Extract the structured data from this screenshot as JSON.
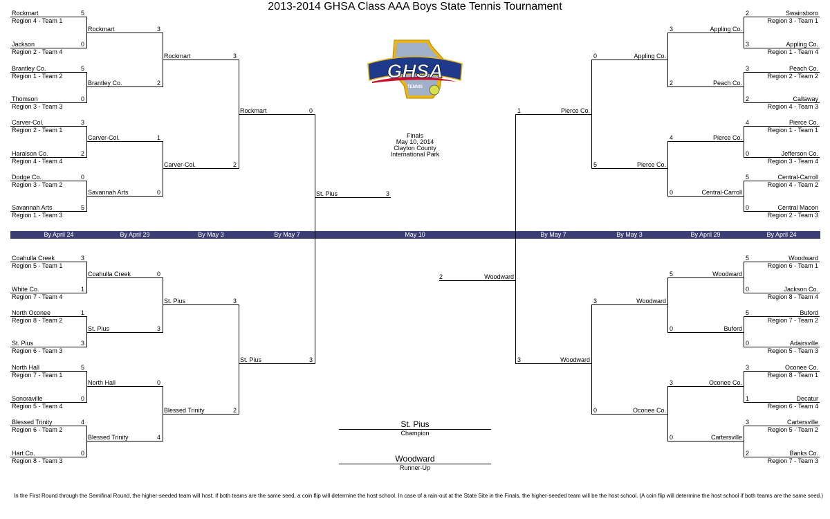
{
  "title": "2013-2014 GHSA Class AAA Boys State Tennis Tournament",
  "logo": {
    "text": "GHSA",
    "subtext": "TENNIS"
  },
  "finals_info": [
    "Finals",
    "May 10, 2014",
    "Clayton County",
    "International Park"
  ],
  "rounds": [
    "By April 24",
    "By April 29",
    "By May 3",
    "By May 7",
    "May 10",
    "By May 7",
    "By May 3",
    "By April 29",
    "By April 24"
  ],
  "left_r1": [
    {
      "team": "Rockmart",
      "seed": "Region 4 - Team 1",
      "score": "5"
    },
    {
      "team": "Jackson",
      "seed": "Region 2 - Team 4",
      "score": "0"
    },
    {
      "team": "Brantley Co.",
      "seed": "Region 1 - Team 2",
      "score": "5"
    },
    {
      "team": "Thomson",
      "seed": "Region 3 - Team 3",
      "score": "0"
    },
    {
      "team": "Carver-Col.",
      "seed": "Region 2 - Team 1",
      "score": "3"
    },
    {
      "team": "Haralson Co.",
      "seed": "Region 4 - Team 4",
      "score": "2"
    },
    {
      "team": "Dodge Co.",
      "seed": "Region 3 - Team 2",
      "score": "0"
    },
    {
      "team": "Savannah Arts",
      "seed": "Region 1 - Team 3",
      "score": "5"
    },
    {
      "team": "Coahulla Creek",
      "seed": "Region 5 - Team 1",
      "score": "3"
    },
    {
      "team": "White Co.",
      "seed": "Region 7 - Team 4",
      "score": "1"
    },
    {
      "team": "North Oconee",
      "seed": "Region 8 - Team 2",
      "score": "1"
    },
    {
      "team": "St. Pius",
      "seed": "Region 6 - Team 3",
      "score": "3"
    },
    {
      "team": "North Hall",
      "seed": "Region 7 - Team 1",
      "score": "5"
    },
    {
      "team": "Sonoraville",
      "seed": "Region 5 - Team 4",
      "score": "0"
    },
    {
      "team": "Blessed Trinity",
      "seed": "Region 6 - Team 2",
      "score": "4"
    },
    {
      "team": "Hart Co.",
      "seed": "Region 8 - Team 3",
      "score": "0"
    }
  ],
  "left_r2": [
    {
      "team": "Rockmart",
      "score": "3"
    },
    {
      "team": "Brantley Co.",
      "score": "2"
    },
    {
      "team": "Carver-Col.",
      "score": "1"
    },
    {
      "team": "Savannah Arts",
      "score": "0"
    },
    {
      "team": "Coahulla Creek",
      "score": "0"
    },
    {
      "team": "St. Pius",
      "score": "3"
    },
    {
      "team": "North Hall",
      "score": "0"
    },
    {
      "team": "Blessed Trinity",
      "score": "4"
    }
  ],
  "left_r3": [
    {
      "team": "Rockmart",
      "score": "3"
    },
    {
      "team": "Carver-Col.",
      "score": "2"
    },
    {
      "team": "St. Pius",
      "score": "3"
    },
    {
      "team": "Blessed Trinity",
      "score": "2"
    }
  ],
  "left_r4": [
    {
      "team": "Rockmart",
      "score": "0"
    },
    {
      "team": "St. Pius",
      "score": "3"
    }
  ],
  "left_final": {
    "team": "St. Pius",
    "score": "3"
  },
  "right_r1": [
    {
      "team": "Swainsboro",
      "seed": "Region 3 - Team 1",
      "score": "2"
    },
    {
      "team": "Appling Co.",
      "seed": "Region 1 - Team 4",
      "score": "3"
    },
    {
      "team": "Peach Co.",
      "seed": "Region 2 - Team 2",
      "score": "3"
    },
    {
      "team": "Callaway",
      "seed": "Region 4 - Team 3",
      "score": "2"
    },
    {
      "team": "Pierce Co.",
      "seed": "Region 1 - Team 1",
      "score": "4"
    },
    {
      "team": "Jefferson Co.",
      "seed": "Region 3 - Team 4",
      "score": "0"
    },
    {
      "team": "Central-Carroll",
      "seed": "Region 4 - Team 2",
      "score": "5"
    },
    {
      "team": "Central Macon",
      "seed": "Region 2 - Team 3",
      "score": "0"
    },
    {
      "team": "Woodward",
      "seed": "Region 6 - Team 1",
      "score": "5"
    },
    {
      "team": "Jackson Co.",
      "seed": "Region 8 - Team 4",
      "score": "0"
    },
    {
      "team": "Buford",
      "seed": "Region 7 - Team 2",
      "score": "5"
    },
    {
      "team": "Adairsville",
      "seed": "Region 5 - Team 3",
      "score": "0"
    },
    {
      "team": "Oconee Co.",
      "seed": "Region 8 - Team 1",
      "score": "3"
    },
    {
      "team": "Decatur",
      "seed": "Region 6 - Team 4",
      "score": "1"
    },
    {
      "team": "Cartersville",
      "seed": "Region 5 - Team 2",
      "score": "3"
    },
    {
      "team": "Banks Co.",
      "seed": "Region 7 - Team 3",
      "score": "2"
    }
  ],
  "right_r2": [
    {
      "team": "Appling Co.",
      "score": "3"
    },
    {
      "team": "Peach Co.",
      "score": "2"
    },
    {
      "team": "Pierce Co.",
      "score": "4"
    },
    {
      "team": "Central-Carroll",
      "score": "0"
    },
    {
      "team": "Woodward",
      "score": "5"
    },
    {
      "team": "Buford",
      "score": "0"
    },
    {
      "team": "Oconee Co.",
      "score": "3"
    },
    {
      "team": "Cartersville",
      "score": "0"
    }
  ],
  "right_r3": [
    {
      "team": "Appling Co.",
      "score": "0"
    },
    {
      "team": "Pierce Co.",
      "score": "5"
    },
    {
      "team": "Woodward",
      "score": "3"
    },
    {
      "team": "Oconee Co.",
      "score": "0"
    }
  ],
  "right_r4": [
    {
      "team": "Pierce Co.",
      "score": "1"
    },
    {
      "team": "Woodward",
      "score": "3"
    }
  ],
  "right_final": {
    "team": "Woodward",
    "score": "2"
  },
  "champion": {
    "team": "St. Pius",
    "label": "Champion"
  },
  "runner_up": {
    "team": "Woodward",
    "label": "Runner-Up"
  },
  "footer": "In the First Round through the Semifinal Round, the higher-seeded team will host.  if both teams are the same seed, a coin flip will determine the host school.  In case of a rain-out at the State Site in the Finals, the higher-seeded team will be the host school. (A coin flip will determine the host school if both teams are the same seed.)",
  "colors": {
    "band": "#3c3d72",
    "logo_blue": "#1f3a8a",
    "logo_gold": "#e8b417",
    "logo_red": "#c8102e"
  }
}
